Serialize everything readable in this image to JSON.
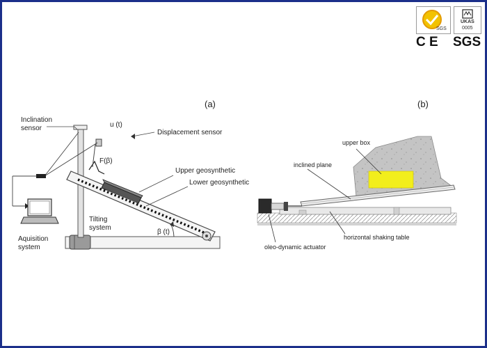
{
  "certs": {
    "sgs_badge": "SGS",
    "ukas_badge": "UKAS",
    "ukas_code": "0005",
    "ce_mark": "C E",
    "sgs_mark": "SGS"
  },
  "panel_a": {
    "label": "(a)",
    "inclination_sensor_1": "Inclination",
    "inclination_sensor_2": "sensor",
    "u_t": "u (t)",
    "displacement_sensor": "Displacement sensor",
    "f_beta": "F(β)",
    "upper_geosynthetic": "Upper geosynthetic",
    "lower_geosynthetic": "Lower geosynthetic",
    "tilting_1": "Tilting",
    "tilting_2": "system",
    "beta_t": "β (t)",
    "acquisition_1": "Aquisition",
    "acquisition_2": "system"
  },
  "panel_b": {
    "label": "(b)",
    "upper_box": "upper box",
    "inclined_plane": "inclined plane",
    "actuator": "oleo-dynamic actuator",
    "shaking_table": "horizontal shaking table"
  },
  "colors": {
    "frame": "#1b2f8a",
    "upper_box_fill": "#f2ee1c",
    "box_gray": "#c4c4c4",
    "ground": "#d2d2d2"
  }
}
